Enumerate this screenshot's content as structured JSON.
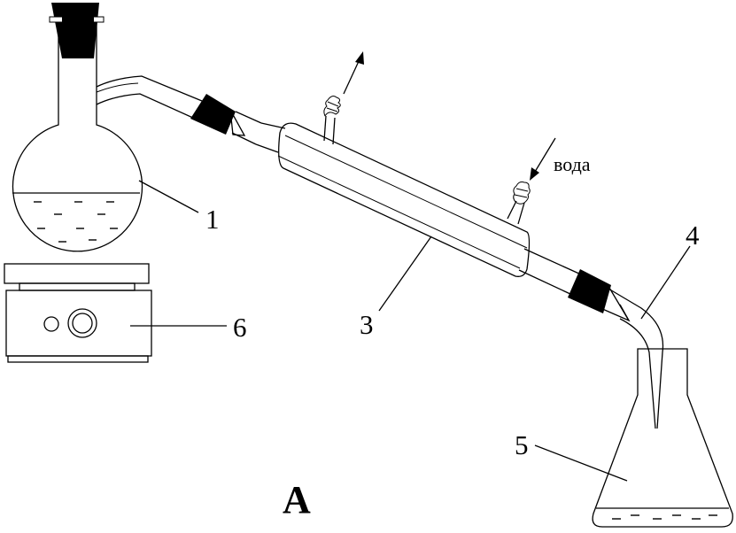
{
  "labels": {
    "flask": "1",
    "condenser": "3",
    "adapter": "4",
    "receiver": "5",
    "hotplate": "6",
    "water": "вода",
    "figure": "А"
  },
  "colors": {
    "ink": "#000000",
    "background": "#ffffff"
  }
}
